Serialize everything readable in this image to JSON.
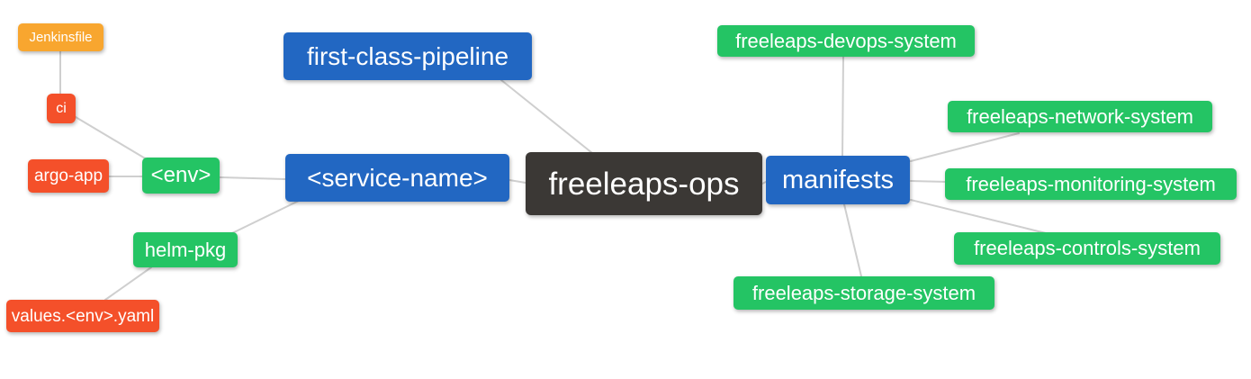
{
  "diagram": {
    "type": "mindmap",
    "root_label": "freeleaps-ops",
    "colors": {
      "blue": "#2267C2",
      "green": "#24C464",
      "red_orange": "#F4502A",
      "orange": "#F8A62F",
      "dark": "#3B3835",
      "edge": "#CFCFCF",
      "text": "#FFFFFF",
      "background": "#FFFFFF"
    },
    "nodes": [
      {
        "id": "jenkinsfile",
        "label": "Jenkinsfile",
        "color": "orange"
      },
      {
        "id": "ci",
        "label": "ci",
        "color": "red"
      },
      {
        "id": "argo-app",
        "label": "argo-app",
        "color": "red"
      },
      {
        "id": "env",
        "label": "<env>",
        "color": "green"
      },
      {
        "id": "helm-pkg",
        "label": "helm-pkg",
        "color": "green"
      },
      {
        "id": "values-env-yaml",
        "label": "values.<env>.yaml",
        "color": "red"
      },
      {
        "id": "first-class-pipeline",
        "label": "first-class-pipeline",
        "color": "blue"
      },
      {
        "id": "service-name",
        "label": "<service-name>",
        "color": "blue"
      },
      {
        "id": "freeleaps-ops",
        "label": "freeleaps-ops",
        "color": "dark"
      },
      {
        "id": "manifests",
        "label": "manifests",
        "color": "blue"
      },
      {
        "id": "freeleaps-devops-system",
        "label": "freeleaps-devops-system",
        "color": "green"
      },
      {
        "id": "freeleaps-network-system",
        "label": "freeleaps-network-system",
        "color": "green"
      },
      {
        "id": "freeleaps-monitoring-system",
        "label": "freeleaps-monitoring-system",
        "color": "green"
      },
      {
        "id": "freeleaps-controls-system",
        "label": "freeleaps-controls-system",
        "color": "green"
      },
      {
        "id": "freeleaps-storage-system",
        "label": "freeleaps-storage-system",
        "color": "green"
      }
    ],
    "edges": [
      {
        "from": "Jenkinsfile",
        "to": "ci"
      },
      {
        "from": "ci",
        "to": "<env>"
      },
      {
        "from": "argo-app",
        "to": "<env>"
      },
      {
        "from": "<env>",
        "to": "<service-name>"
      },
      {
        "from": "helm-pkg",
        "to": "<service-name>"
      },
      {
        "from": "values.<env>.yaml",
        "to": "helm-pkg"
      },
      {
        "from": "first-class-pipeline",
        "to": "freeleaps-ops"
      },
      {
        "from": "<service-name>",
        "to": "freeleaps-ops"
      },
      {
        "from": "freeleaps-ops",
        "to": "manifests"
      },
      {
        "from": "manifests",
        "to": "freeleaps-devops-system"
      },
      {
        "from": "manifests",
        "to": "freeleaps-network-system"
      },
      {
        "from": "manifests",
        "to": "freeleaps-monitoring-system"
      },
      {
        "from": "manifests",
        "to": "freeleaps-controls-system"
      },
      {
        "from": "manifests",
        "to": "freeleaps-storage-system"
      }
    ]
  }
}
